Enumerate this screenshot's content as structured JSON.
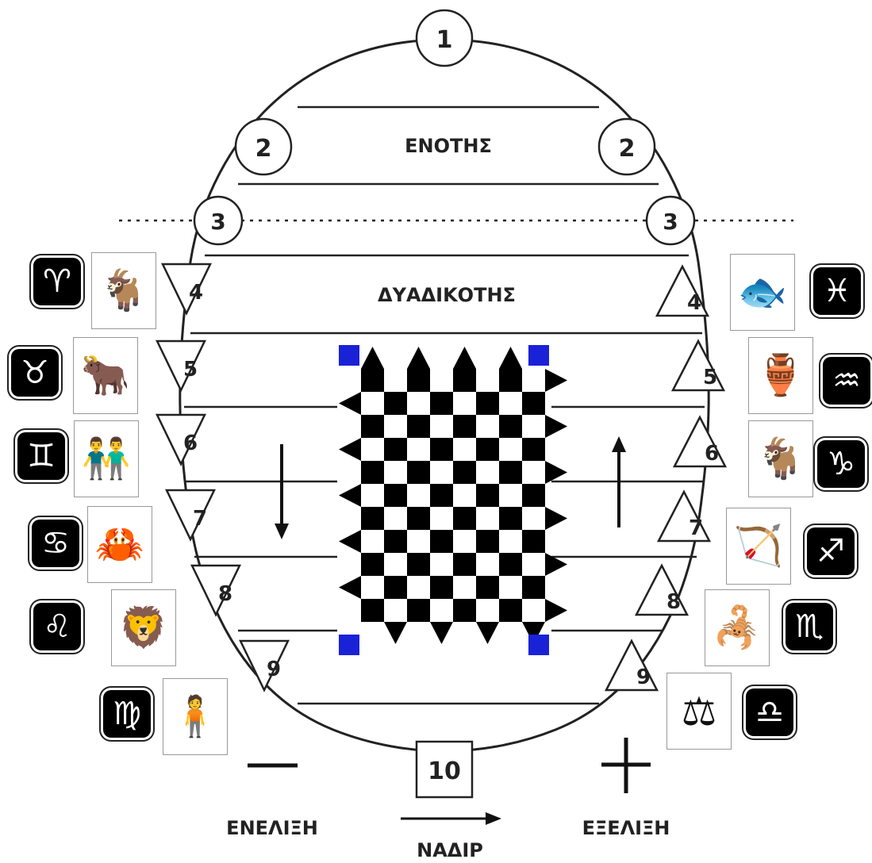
{
  "labels": {
    "unity": "ΕΝΟΤΗΣ",
    "duality": "ΔΥΑΔΙΚΟΤΗΣ",
    "involution": "ΕΝΕΛΙΞΗ",
    "evolution": "ΕΞΕΛΙΞΗ",
    "nadir": "ΝΑΔΙΡ",
    "minus": "−",
    "plus": "+"
  },
  "levels": {
    "top": "1",
    "unity_left": "2",
    "unity_right": "2",
    "dotted_left": "3",
    "dotted_right": "3",
    "bottom": "10"
  },
  "left_triangles": [
    "4",
    "5",
    "6",
    "7",
    "8",
    "9"
  ],
  "right_triangles": [
    "4",
    "5",
    "6",
    "7",
    "8",
    "9"
  ],
  "left_signs": [
    {
      "name": "aries",
      "glyph": "♈",
      "figure": "🐐"
    },
    {
      "name": "taurus",
      "glyph": "♉",
      "figure": "🐂"
    },
    {
      "name": "gemini",
      "glyph": "♊",
      "figure": "👬"
    },
    {
      "name": "cancer",
      "glyph": "♋",
      "figure": "🦀"
    },
    {
      "name": "leo",
      "glyph": "♌",
      "figure": "🦁"
    },
    {
      "name": "virgo",
      "glyph": "♍",
      "figure": "🧍"
    }
  ],
  "right_signs": [
    {
      "name": "pisces",
      "glyph": "♓",
      "figure": "🐟"
    },
    {
      "name": "aquarius",
      "glyph": "♒",
      "figure": "🏺"
    },
    {
      "name": "capricorn",
      "glyph": "♑",
      "figure": "🐐"
    },
    {
      "name": "sagittarius",
      "glyph": "♐",
      "figure": "🏹"
    },
    {
      "name": "scorpio",
      "glyph": "♏",
      "figure": "🦂"
    },
    {
      "name": "libra",
      "glyph": "♎",
      "figure": "⚖"
    }
  ],
  "colors": {
    "line": "#222",
    "board_dark": "#000",
    "corner": "#1a22d8"
  }
}
